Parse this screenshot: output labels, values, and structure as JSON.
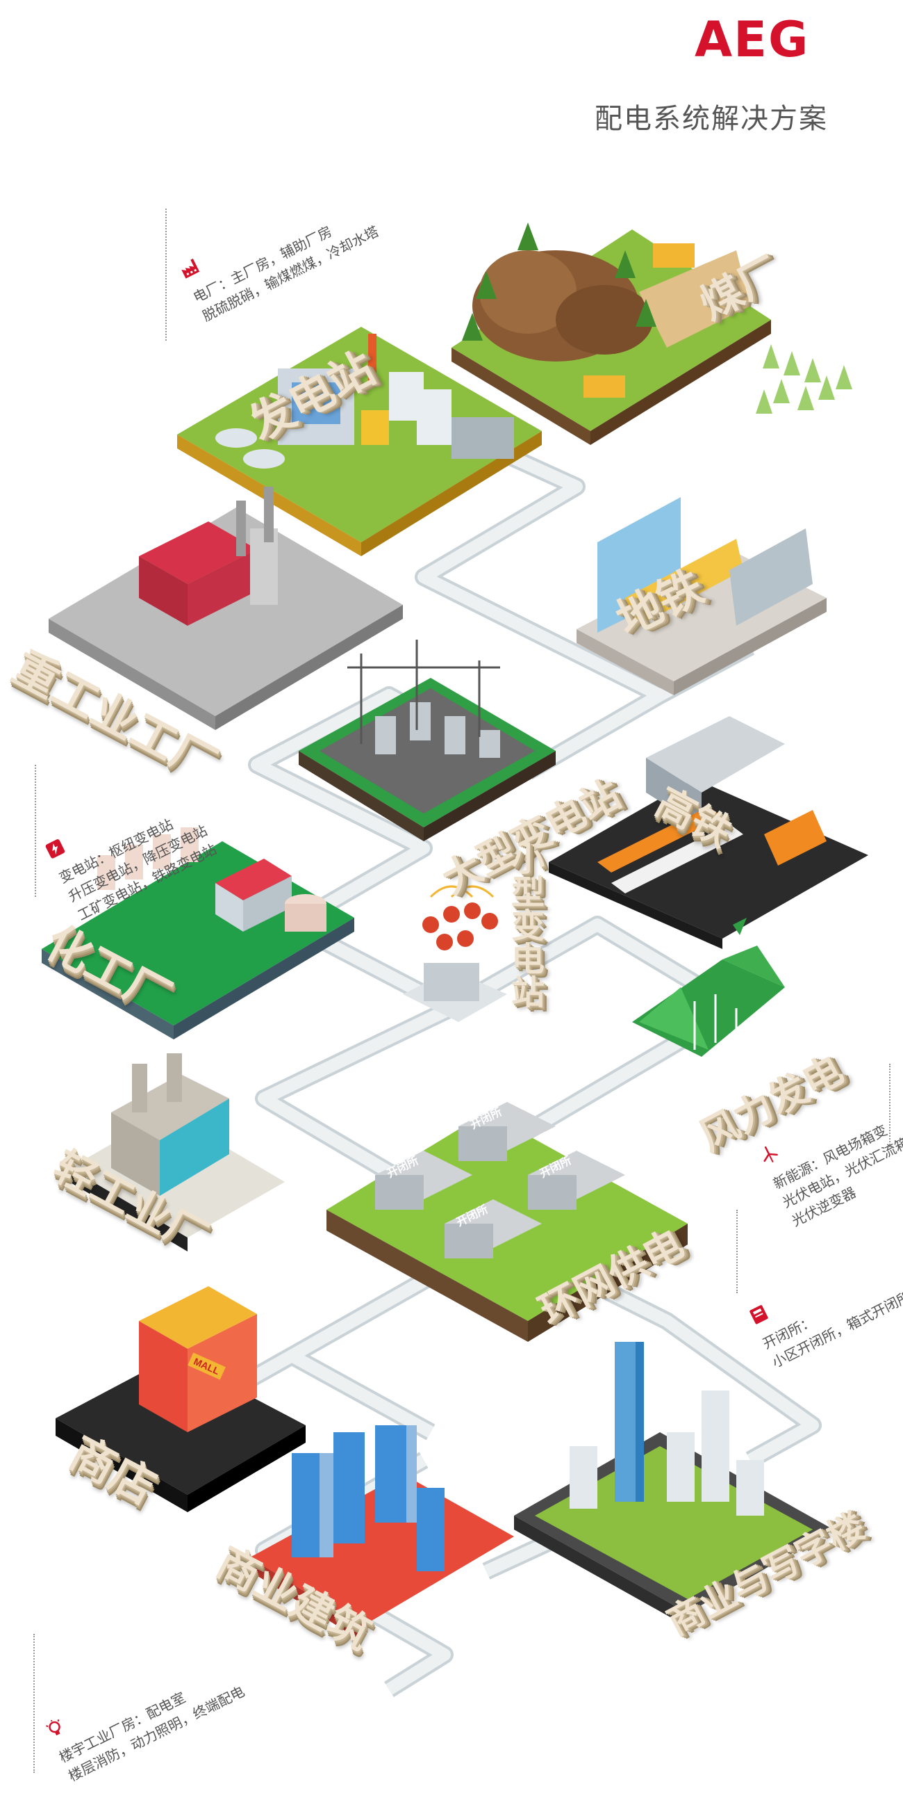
{
  "brand": {
    "logo": "AEG",
    "subtitle": "配电系统解决方案",
    "accent_color": "#d4122b"
  },
  "notes": {
    "power_plant": {
      "icon": "factory-icon",
      "line1": "电厂：主厂房，辅助厂房",
      "line2": "脱硫脱硝，输煤燃煤，冷却水塔"
    },
    "substation": {
      "icon": "substation-icon",
      "line1": "变电站：枢纽变电站",
      "line2": "升压变电站，降压变电站",
      "line3": "工矿变电站，铁路变电站"
    },
    "new_energy": {
      "icon": "wind-turbine-icon",
      "line1": "新能源：风电场箱变",
      "line2": "光伏电站，光伏汇流箱",
      "line3": "光伏逆变器"
    },
    "switch_station": {
      "icon": "switchgear-icon",
      "line1": "开闭所：",
      "line2": "小区开闭所，箱式开闭所"
    },
    "building": {
      "icon": "lightbulb-icon",
      "line1": "楼宇工业厂房：配电室",
      "line2": "楼层消防，动力照明，终端配电"
    }
  },
  "labels": {
    "coal_plant": "煤厂",
    "power_station": "发电站",
    "subway": "地铁",
    "heavy_industry": "重工业工厂",
    "large_substation": "大型变电站",
    "high_speed_rail": "高铁",
    "small_substation": "小型变电站",
    "chemical_plant": "化工厂",
    "wind_power": "风力发电",
    "light_industry": "轻工业厂",
    "ring_network": "环网供电",
    "switch_room": "开闭所",
    "shop": "商店",
    "mall_sign": "MALL",
    "commercial_building": "商业建筑",
    "commercial_office": "商业与写字楼"
  }
}
